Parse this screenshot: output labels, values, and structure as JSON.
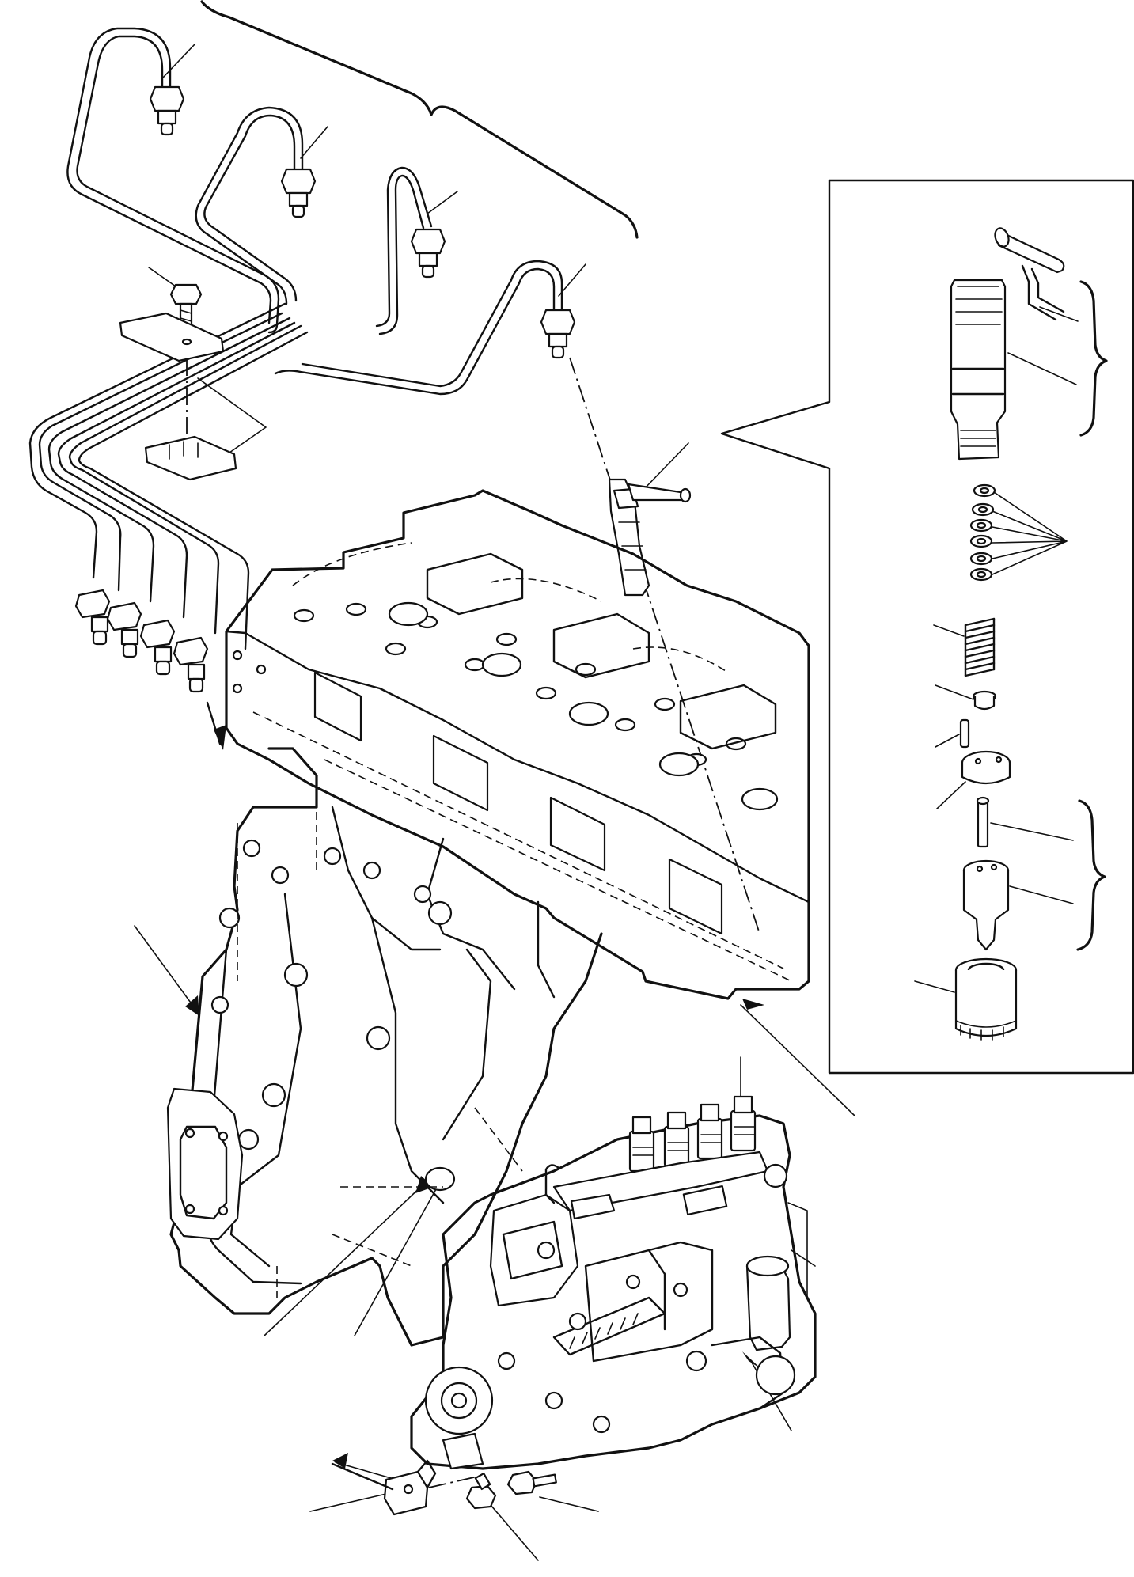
{
  "figure": {
    "detail_box": "injector-detail-panel",
    "components": [
      "injection-pipe-set",
      "pipe-clamp",
      "clamp-bolt",
      "fuel-injector",
      "leak-off-pipe",
      "cylinder-head",
      "cylinder-block",
      "fuel-injection-pump",
      "pump-bracket",
      "mounting-bolts"
    ],
    "exploded_injector_parts": [
      "leak-off-connector",
      "nozzle-holder-body",
      "shim-washers",
      "pressure-spring",
      "spring-seat",
      "dowel-pin",
      "spacer",
      "needle-valve",
      "nozzle-body",
      "retaining-nut"
    ]
  }
}
